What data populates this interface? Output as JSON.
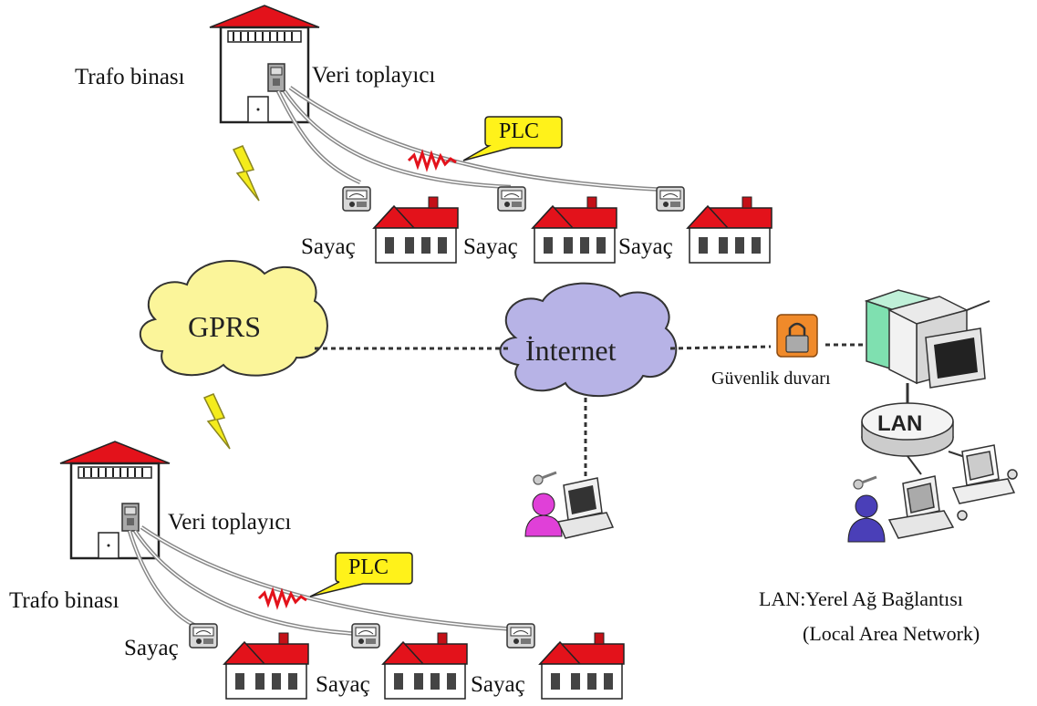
{
  "labels": {
    "trafo_top": "Trafo binası",
    "collector_top": "Veri toplayıcı",
    "trafo_bottom": "Trafo binası",
    "collector_bottom": "Veri toplayıcı",
    "plc_top": "PLC",
    "plc_bottom": "PLC",
    "meter": "Sayaç",
    "gprs": "GPRS",
    "internet": "İnternet",
    "firewall": "Güvenlik duvarı",
    "lan": "LAN",
    "legend_line1": "LAN:Yerel Ağ Bağlantısı",
    "legend_line2": "(Local Area Network)"
  },
  "colors": {
    "roof": "#e3121b",
    "gprs_cloud": "#fbf59a",
    "internet_cloud": "#b7b3e6",
    "plc_bubble": "#fff21a",
    "lightning": "#f4ec1c",
    "firewall": "#f08a2a",
    "user_pink": "#e040d8",
    "user_blue": "#4a3fb8",
    "server_green": "#7fe0b0"
  },
  "icons": [
    "building-icon",
    "data-collector-icon",
    "house-icon",
    "meter-icon",
    "lightning-icon",
    "lock-icon",
    "server-icon",
    "user-icon",
    "computer-icon",
    "key-icon"
  ]
}
